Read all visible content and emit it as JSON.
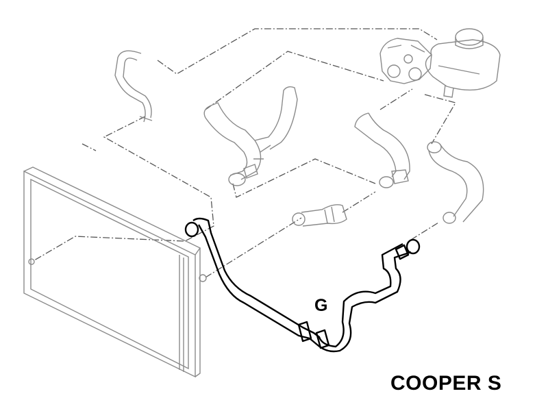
{
  "diagram": {
    "part_label": "G",
    "model_label": "COOPER S",
    "colors": {
      "ink": "#000000",
      "line": "#8a8a8a",
      "leader": "#555555",
      "highlight": "#000000",
      "background": "#ffffff"
    },
    "parts": [
      "radiator",
      "expansion-tank",
      "thermostat-housing",
      "upper-left-hose",
      "upper-center-hose",
      "upper-center-right-hose",
      "right-hose",
      "small-connector-hose",
      "highlighted-lower-hose"
    ]
  }
}
